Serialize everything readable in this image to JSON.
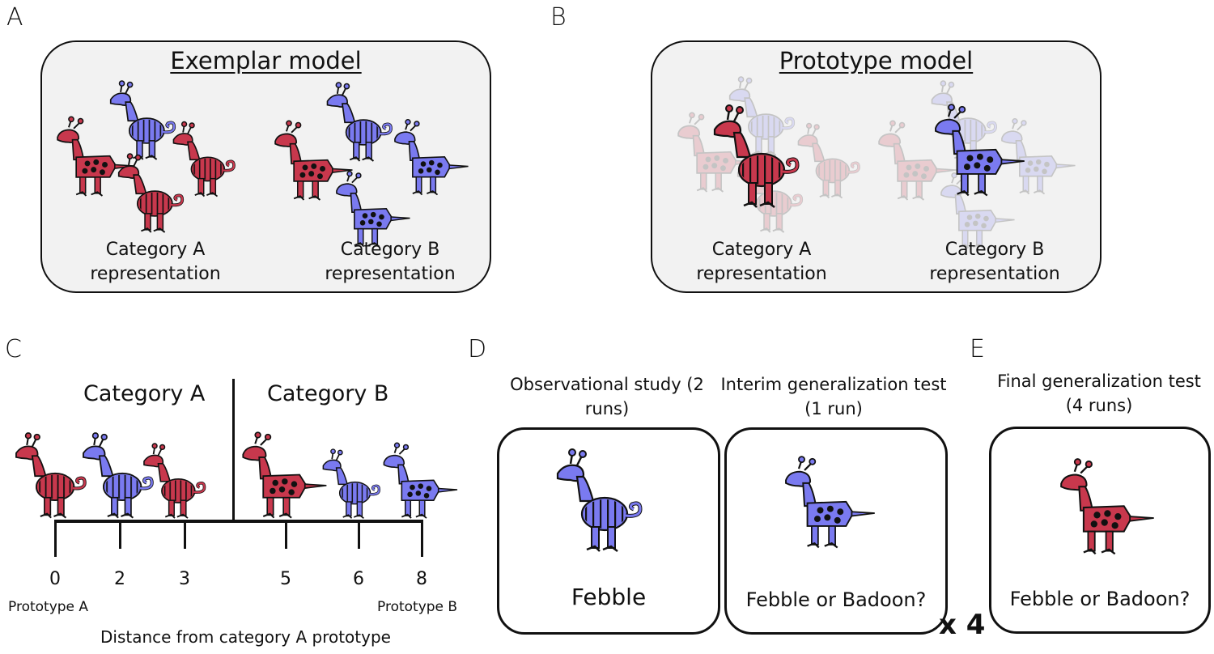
{
  "panels": {
    "a": {
      "letter": "A",
      "title": "Exemplar model",
      "category_a_label": "Category A representation",
      "category_b_label": "Category B representation"
    },
    "b": {
      "letter": "B",
      "title": "Prototype model",
      "category_a_label": "Category A representation",
      "category_b_label": "Category B representation"
    },
    "c": {
      "letter": "C",
      "category_a": "Category A",
      "category_b": "Category B",
      "ticks": [
        "0",
        "2",
        "3",
        "5",
        "6",
        "8"
      ],
      "prototype_a": "Prototype A",
      "prototype_b": "Prototype B",
      "axis_label": "Distance from category A prototype"
    },
    "d": {
      "letter": "D",
      "study_heading": "Observational study (2 runs)",
      "study_caption": "Febble",
      "interim_heading": "Interim generalization test (1 run)",
      "interim_caption": "Febble or Badoon?",
      "repeat": "x 4"
    },
    "e": {
      "letter": "E",
      "final_heading": "Final generalization test (4 runs)",
      "final_caption": "Febble or Badoon?"
    }
  },
  "colors": {
    "category_a": "#c8384d",
    "category_b": "#7a7af0",
    "box_fill": "#f2f2f2"
  }
}
